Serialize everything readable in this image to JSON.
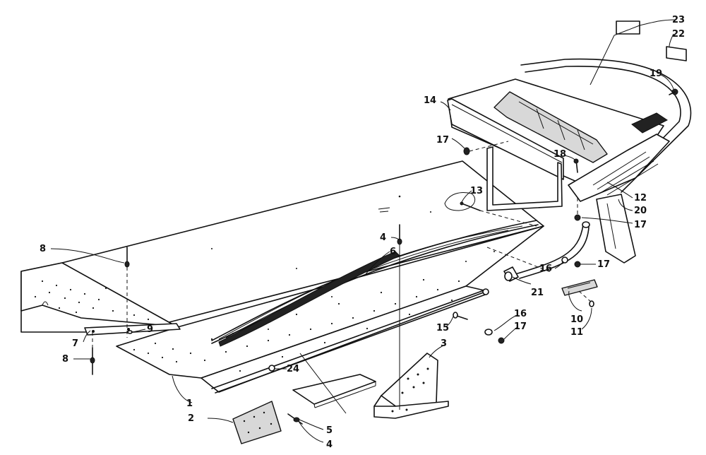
{
  "callouts": [
    {
      "id": "c1",
      "label": "1"
    },
    {
      "id": "c2",
      "label": "2"
    },
    {
      "id": "c3",
      "label": "3"
    },
    {
      "id": "c4a",
      "label": "4"
    },
    {
      "id": "c4b",
      "label": "4"
    },
    {
      "id": "c5",
      "label": "5"
    },
    {
      "id": "c6",
      "label": "6"
    },
    {
      "id": "c7",
      "label": "7"
    },
    {
      "id": "c8a",
      "label": "8"
    },
    {
      "id": "c8b",
      "label": "8"
    },
    {
      "id": "c9",
      "label": "9"
    },
    {
      "id": "c10",
      "label": "10"
    },
    {
      "id": "c11",
      "label": "11"
    },
    {
      "id": "c12",
      "label": "12"
    },
    {
      "id": "c13",
      "label": "13"
    },
    {
      "id": "c14",
      "label": "14"
    },
    {
      "id": "c15",
      "label": "15"
    },
    {
      "id": "c16a",
      "label": "16"
    },
    {
      "id": "c16b",
      "label": "16"
    },
    {
      "id": "c17a",
      "label": "17"
    },
    {
      "id": "c17b",
      "label": "17"
    },
    {
      "id": "c17c",
      "label": "17"
    },
    {
      "id": "c17d",
      "label": "17"
    },
    {
      "id": "c18",
      "label": "18"
    },
    {
      "id": "c19",
      "label": "19"
    },
    {
      "id": "c20",
      "label": "20"
    },
    {
      "id": "c21",
      "label": "21"
    },
    {
      "id": "c22",
      "label": "22"
    },
    {
      "id": "c23",
      "label": "23"
    },
    {
      "id": "c24",
      "label": "24"
    }
  ]
}
